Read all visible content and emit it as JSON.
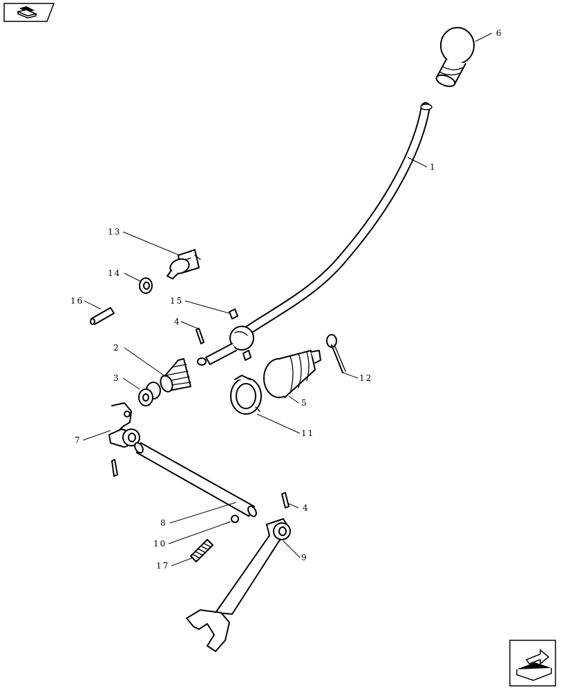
{
  "diagram": {
    "callouts": [
      {
        "id": "c1",
        "label": "1",
        "part": "gear-shift-lever"
      },
      {
        "id": "c2",
        "label": "2",
        "part": "rubber-boot"
      },
      {
        "id": "c3",
        "label": "3",
        "part": "spring-washer-set"
      },
      {
        "id": "c4a",
        "label": "4",
        "part": "roll-pin-upper"
      },
      {
        "id": "c4b",
        "label": "4",
        "part": "roll-pin-lower"
      },
      {
        "id": "c5",
        "label": "5",
        "part": "bellows-boot"
      },
      {
        "id": "c6",
        "label": "6",
        "part": "shift-knob"
      },
      {
        "id": "c7",
        "label": "7",
        "part": "lever-bracket"
      },
      {
        "id": "c8",
        "label": "8",
        "part": "shift-shaft"
      },
      {
        "id": "c9",
        "label": "9",
        "part": "shift-fork"
      },
      {
        "id": "c10",
        "label": "10",
        "part": "ball"
      },
      {
        "id": "c11",
        "label": "11",
        "part": "hose-clamp"
      },
      {
        "id": "c12",
        "label": "12",
        "part": "cotter-pin"
      },
      {
        "id": "c13",
        "label": "13",
        "part": "switch"
      },
      {
        "id": "c14",
        "label": "14",
        "part": "washer"
      },
      {
        "id": "c15",
        "label": "15",
        "part": "grease-fitting"
      },
      {
        "id": "c16",
        "label": "16",
        "part": "pin"
      },
      {
        "id": "c17",
        "label": "17",
        "part": "spring"
      }
    ]
  }
}
